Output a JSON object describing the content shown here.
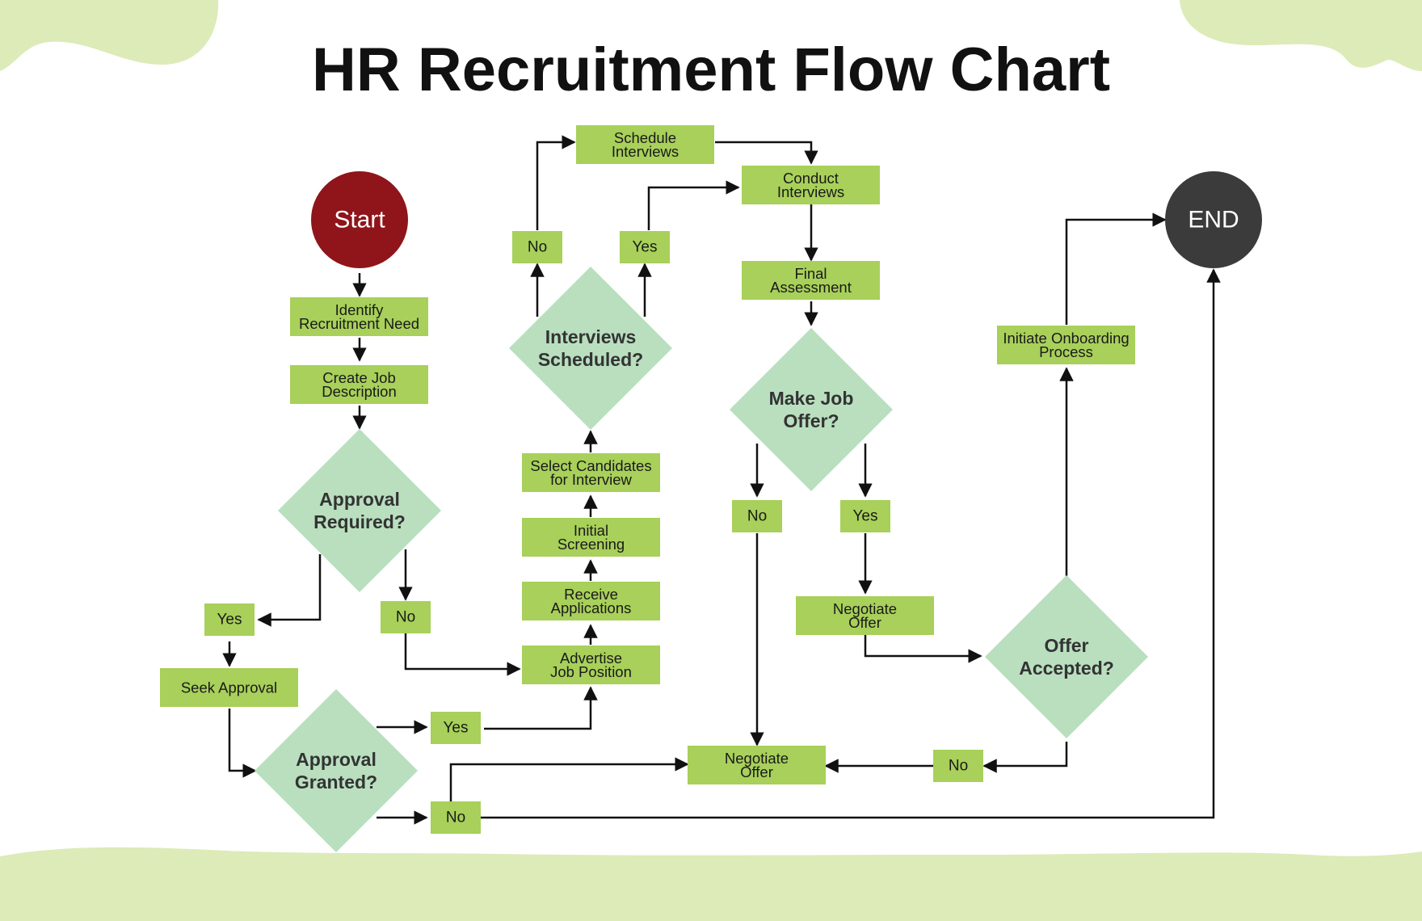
{
  "title": "HR Recruitment Flow Chart",
  "colors": {
    "background": "#ffffff",
    "wave": "#dcebb8",
    "process_box": "#a8d05a",
    "decision": "#b9dfbf",
    "start": "#8f151b",
    "end": "#3b3b3b",
    "text": "#1a1a1a",
    "arrow": "#111111"
  },
  "nodes": {
    "start": "Start",
    "end": "END",
    "identify_need": [
      "Identify",
      "Recruitment Need"
    ],
    "create_jd": [
      "Create Job",
      "Description"
    ],
    "approval_required": [
      "Approval",
      "Required?"
    ],
    "seek_approval": [
      "Seek Approval"
    ],
    "approval_granted": [
      "Approval",
      "Granted?"
    ],
    "advertise": [
      "Advertise",
      "Job Position"
    ],
    "receive_apps": [
      "Receive",
      "Applications"
    ],
    "initial_screening": [
      "Initial",
      "Screening"
    ],
    "select_candidates": [
      "Select Candidates",
      "for Interview"
    ],
    "interviews_scheduled": [
      "Interviews",
      "Scheduled?"
    ],
    "schedule_interviews": [
      "Schedule",
      "Interviews"
    ],
    "conduct_interviews": [
      "Conduct",
      "Interviews"
    ],
    "final_assessment": [
      "Final",
      "Assessment"
    ],
    "make_offer": [
      "Make Job",
      "Offer?"
    ],
    "negotiate_offer_right": [
      "Negotiate",
      "Offer"
    ],
    "negotiate_offer_bottom": [
      "Negotiate",
      "Offer"
    ],
    "offer_accepted": [
      "Offer",
      "Accepted?"
    ],
    "onboarding": [
      "Initiate Onboarding",
      "Process"
    ]
  },
  "labels": {
    "approval_required_yes": "Yes",
    "approval_required_no": "No",
    "approval_granted_yes": "Yes",
    "approval_granted_no": "No",
    "interviews_no": "No",
    "interviews_yes": "Yes",
    "offer_no": "No",
    "offer_yes": "Yes",
    "accepted_no": "No"
  }
}
